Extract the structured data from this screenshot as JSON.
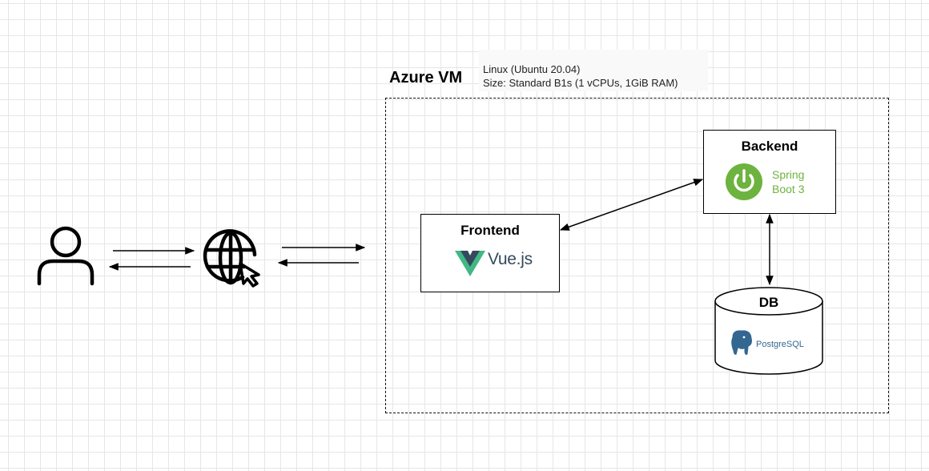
{
  "azure_vm": {
    "title": "Azure VM",
    "info_line1": "Linux (Ubuntu 20.04)",
    "info_line2": "Size: Standard B1s (1 vCPUs, 1GiB RAM)"
  },
  "frontend": {
    "title": "Frontend",
    "logo_text": "Vue.js"
  },
  "backend": {
    "title": "Backend",
    "logo_line1": "Spring",
    "logo_line2": "Boot 3"
  },
  "database": {
    "title": "DB",
    "logo_text": "PostgreSQL"
  },
  "icons": {
    "user": "user-icon",
    "web": "globe-cursor-icon",
    "vue": "vue-logo-icon",
    "spring": "spring-power-icon",
    "postgres": "postgres-elephant-icon"
  },
  "colors": {
    "vue_green": "#41b883",
    "vue_dark": "#35495e",
    "spring_green": "#6db33f",
    "postgres_blue": "#336791"
  }
}
